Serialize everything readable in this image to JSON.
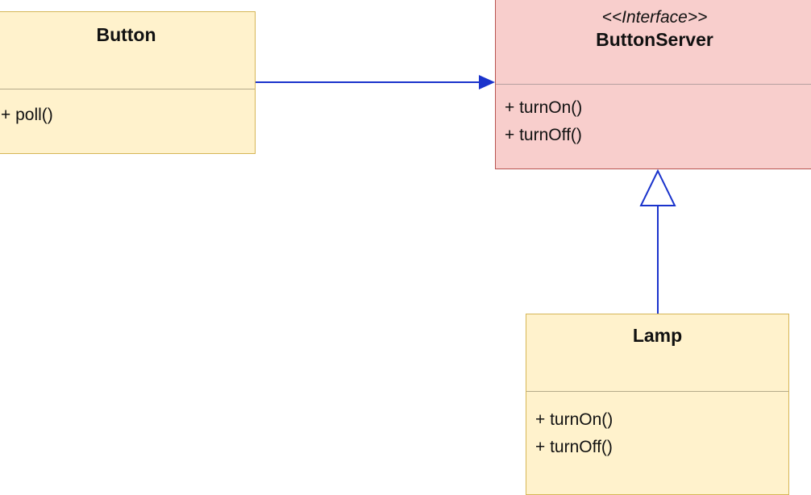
{
  "classes": {
    "button": {
      "name": "Button",
      "methods": [
        "+ poll()"
      ]
    },
    "button_server": {
      "stereotype": "<<Interface>>",
      "name": "ButtonServer",
      "methods": [
        "+ turnOn()",
        "+ turnOff()"
      ]
    },
    "lamp": {
      "name": "Lamp",
      "methods": [
        "+ turnOn()",
        "+ turnOff()"
      ]
    }
  },
  "relations": [
    {
      "from": "Button",
      "to": "ButtonServer",
      "kind": "association"
    },
    {
      "from": "Lamp",
      "to": "ButtonServer",
      "kind": "realization"
    }
  ],
  "colors": {
    "class_fill": "#fff2cc",
    "class_border": "#d6b656",
    "interface_fill": "#f8cecc",
    "interface_border": "#b85450",
    "connector": "#1a33cc"
  }
}
